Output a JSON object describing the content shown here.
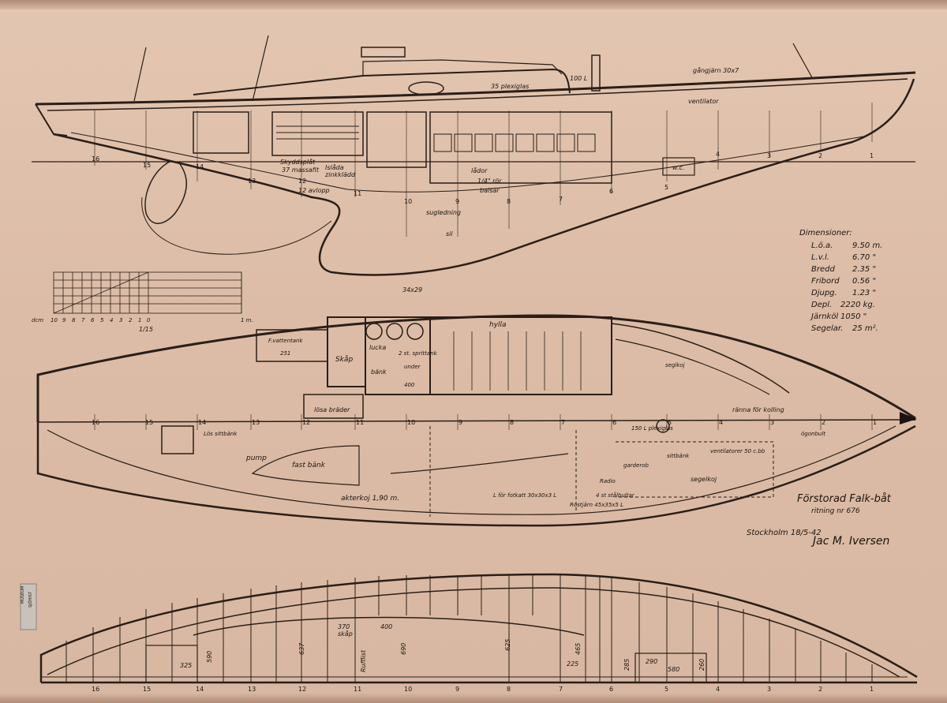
{
  "profile": {
    "label_35_plexiglas": "35 plexiglas",
    "label_gangjarn": "gångjärn 30x7",
    "label_ventilator": "ventilator",
    "label_100_L": "100 L",
    "label_skyddsplat": "Skyddsplåt",
    "label_37_massafit": "37 massafit",
    "label_isloda": "Islåda",
    "label_zinkkladd": "zinkklädd",
    "label_lador": "lådor",
    "label_14_ror": "1/4\" rör",
    "label_balsar": "balsar",
    "label_12_avlopp": "12 avlopp",
    "label_sugledning": "sugledning",
    "label_sil": "sil",
    "label_wc": "w.c.",
    "station_numbers": [
      "16",
      "15",
      "14",
      "13",
      "12",
      "11",
      "10",
      "9",
      "8",
      "7",
      "6",
      "5",
      "4",
      "3",
      "2",
      "1"
    ],
    "pencil_note": "34x29"
  },
  "scale": {
    "label_dcm": "dcm",
    "ticks": [
      "10",
      "9",
      "8",
      "7",
      "6",
      "5",
      "4",
      "3",
      "2",
      "1",
      "0"
    ],
    "label_1m": "1 m.",
    "label_fraction": "1/15"
  },
  "dimensions": {
    "title": "Dimensioner:",
    "rows": [
      {
        "name": "L.ö.a.",
        "value": "9.50 m."
      },
      {
        "name": "L.v.l.",
        "value": "6.70 \""
      },
      {
        "name": "Bredd",
        "value": "2.35 \""
      },
      {
        "name": "Fribord",
        "value": "0.56 \""
      },
      {
        "name": "Djupg.",
        "value": "1.23 \""
      },
      {
        "name": "Depl.",
        "value": "2220 kg."
      },
      {
        "name": "Järnköl",
        "value": "1050 \""
      },
      {
        "name": "Segelar.",
        "value": "25 m²."
      }
    ]
  },
  "plan": {
    "label_fvattentank": "F.vattentank",
    "label_251": "251",
    "label_skap": "Skåp",
    "label_hylla": "hylla",
    "label_lucka": "lucka",
    "label_bank": "bänk",
    "label_2st_sprittank": "2 st. sprittank",
    "label_under": "under",
    "label_400": "400",
    "label_seglkoj": "seglkoj",
    "label_losa_brader": "lösa bräder",
    "label_los_sittbank": "Lös sittbänk",
    "label_pump": "pump",
    "label_fast_bank": "fast bänk",
    "label_akterkoj": "akterkoj 1,90 m.",
    "label_150_plexiglas": "150 L plexiglas",
    "label_ranna": "ränna för kolling",
    "label_ogonbult": "ögonbult",
    "label_ventilatorer": "ventilatorer 50 c.bb",
    "label_garderob": "garderob",
    "label_segelkoj": "segelkoj",
    "label_sitt": "sittbänk",
    "label_fot": "L för fotkatt 30x30x3 L",
    "label_radio": "Radio",
    "label_stalbultar": "4 st stålbultar",
    "label_ror": "Rostjärn 45x35x5 L",
    "station_numbers": [
      "16",
      "15",
      "14",
      "13",
      "12",
      "11",
      "10",
      "9",
      "8",
      "7",
      "6",
      "5",
      "4",
      "3",
      "2",
      "1"
    ]
  },
  "title_block": {
    "title": "Förstorad Falk-båt",
    "drawing_no": "ritning nr 676",
    "place_date": "Stockholm 18/5-42",
    "signature": "Jac M. Iversen"
  },
  "section": {
    "dim_370": "370",
    "dim_skap": "skåp",
    "dim_400": "400",
    "dim_325": "325",
    "dim_590": "590",
    "dim_637": "637",
    "dim_rufflist": "Rufflist",
    "dim_690": "690",
    "dim_625": "625",
    "dim_465": "465",
    "dim_225": "225",
    "dim_285": "285",
    "dim_290": "290",
    "dim_580": "580",
    "dim_260": "260",
    "station_numbers": [
      "16",
      "15",
      "14",
      "13",
      "12",
      "11",
      "10",
      "9",
      "8",
      "7",
      "6",
      "5",
      "4",
      "3",
      "2",
      "1"
    ]
  },
  "stamp": {
    "line1": "MUSEUM",
    "line2": "SJÖHIST"
  }
}
